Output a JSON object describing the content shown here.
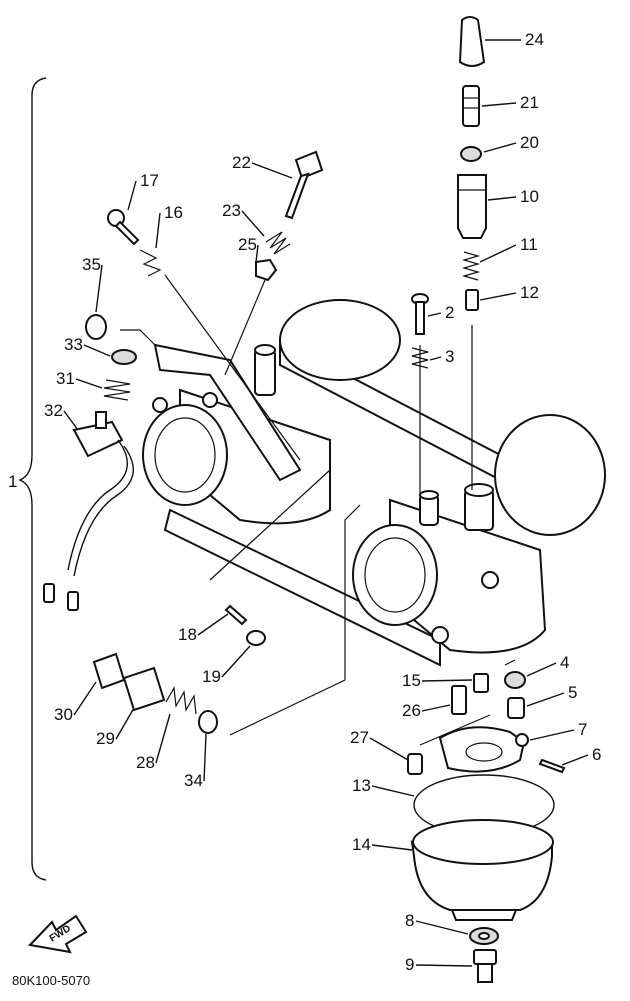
{
  "diagram": {
    "drawing_code": "80K100-5070",
    "assembly_label": "1",
    "fwd_label": "FWD",
    "callouts": [
      "2",
      "3",
      "4",
      "5",
      "6",
      "7",
      "8",
      "9",
      "10",
      "11",
      "12",
      "13",
      "14",
      "15",
      "16",
      "17",
      "18",
      "19",
      "20",
      "21",
      "22",
      "23",
      "24",
      "25",
      "26",
      "27",
      "28",
      "29",
      "30",
      "31",
      "32",
      "33",
      "34",
      "35"
    ]
  }
}
